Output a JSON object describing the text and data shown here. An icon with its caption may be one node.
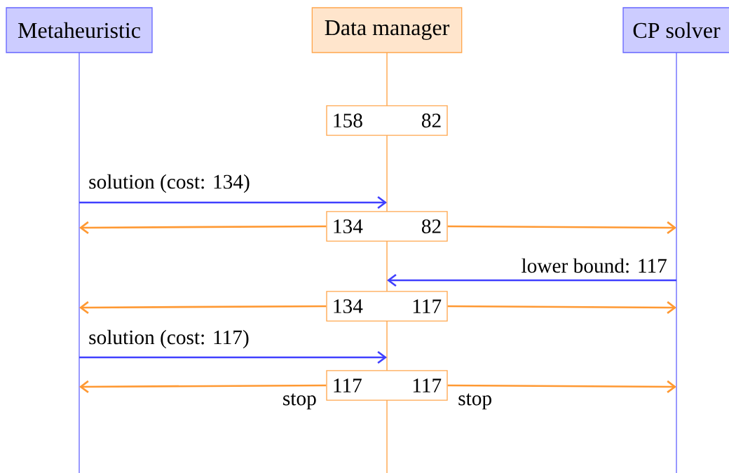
{
  "diagram": {
    "nodes": [
      {
        "text": [
          "Metaheuristic"
        ]
      },
      {
        "text": [
          "Data manager"
        ]
      },
      {
        "text": [
          "CP solver"
        ]
      },
      {
        "text": [
          "158",
          "82"
        ],
        "in": 1
      },
      {
        "text": [
          "134",
          "82"
        ],
        "in": 1
      },
      {
        "text": [
          "134",
          "117"
        ],
        "in": 1
      },
      {
        "text": [
          "117",
          "117"
        ],
        "in": 1
      }
    ],
    "edges": [
      {
        "from": 0,
        "to": 4,
        "arrow": "to",
        "label": "solution (cost: 134)",
        "color": "#4040ff"
      },
      {
        "from": 4,
        "to": 0,
        "arrow": "to"
      },
      {
        "from": 4,
        "to": 2,
        "arrow": "to"
      },
      {
        "from": 2,
        "to": 5,
        "arrow": "to",
        "label": "lower bound: 117",
        "color": "#4040ff"
      },
      {
        "from": 5,
        "to": 0,
        "arrow": "to"
      },
      {
        "from": 5,
        "to": 2,
        "arrow": "to"
      },
      {
        "from": 0,
        "to": 6,
        "arrow": "to",
        "label": "solution (cost: 117)",
        "color": "#4040ff"
      },
      {
        "from": 6,
        "to": 0,
        "arrow": "to",
        "label": "stop"
      },
      {
        "from": 6,
        "to": 2,
        "arrow": "to",
        "label": "stop"
      }
    ]
  }
}
